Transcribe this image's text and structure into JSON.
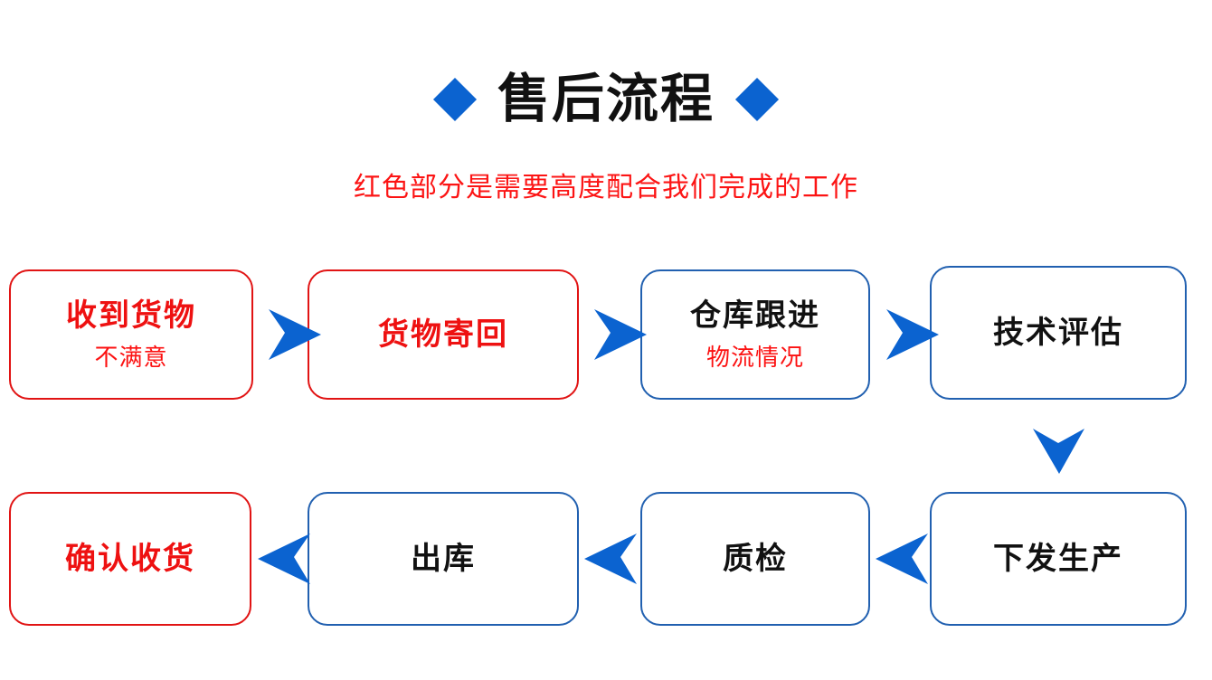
{
  "header": {
    "title": "售后流程",
    "subtitle": "红色部分是需要高度配合我们完成的工作",
    "left_diamond": "diamond-bullet",
    "right_diamond": "diamond-bullet"
  },
  "colors": {
    "accent_blue": "#0b63d0",
    "border_blue": "#2160b0",
    "red": "#ee1111",
    "border_red": "#e11414",
    "black": "#111111",
    "background": "#ffffff"
  },
  "flow": {
    "row1": [
      {
        "title": "收到货物",
        "title_color": "red",
        "sub": "不满意",
        "sub_color": "red",
        "border": "red"
      },
      {
        "title": "货物寄回",
        "title_color": "red",
        "sub": "",
        "sub_color": "red",
        "border": "red"
      },
      {
        "title": "仓库跟进",
        "title_color": "black",
        "sub": "物流情况",
        "sub_color": "red",
        "border": "blue"
      },
      {
        "title": "技术评估",
        "title_color": "black",
        "sub": "",
        "sub_color": "red",
        "border": "blue"
      }
    ],
    "row2": [
      {
        "title": "确认收货",
        "title_color": "red",
        "sub": "",
        "sub_color": "red",
        "border": "red"
      },
      {
        "title": "出库",
        "title_color": "black",
        "sub": "",
        "sub_color": "red",
        "border": "blue"
      },
      {
        "title": "质检",
        "title_color": "black",
        "sub": "",
        "sub_color": "red",
        "border": "blue"
      },
      {
        "title": "下发生产",
        "title_color": "black",
        "sub": "",
        "sub_color": "red",
        "border": "blue"
      }
    ],
    "arrows": [
      {
        "name": "arrow-right-1",
        "direction": "right"
      },
      {
        "name": "arrow-right-2",
        "direction": "right"
      },
      {
        "name": "arrow-right-3",
        "direction": "right"
      },
      {
        "name": "arrow-down-1",
        "direction": "down"
      },
      {
        "name": "arrow-left-1",
        "direction": "left"
      },
      {
        "name": "arrow-left-2",
        "direction": "left"
      },
      {
        "name": "arrow-left-3",
        "direction": "left"
      }
    ]
  }
}
